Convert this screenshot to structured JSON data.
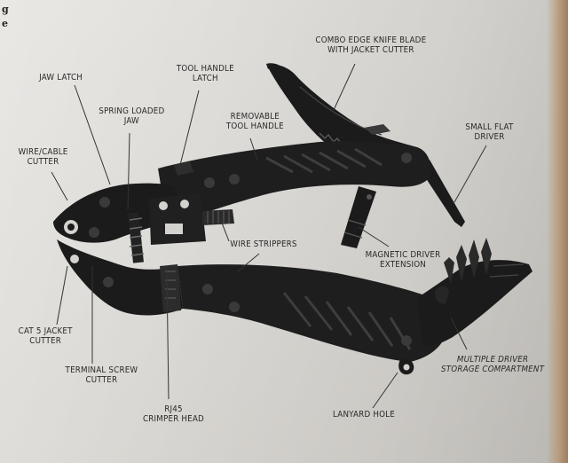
{
  "margin_text": [
    "g",
    "e"
  ],
  "labels": {
    "jaw_latch": "JAW LATCH",
    "tool_handle_latch": "TOOL HANDLE\nLATCH",
    "combo_edge": "COMBO EDGE KNIFE BLADE\nWITH JACKET CUTTER",
    "spring_loaded_jaw": "SPRING LOADED\nJAW",
    "removable_tool_handle": "REMOVABLE\nTOOL HANDLE",
    "small_flat_driver": "SMALL FLAT\nDRIVER",
    "wire_cable_cutter": "WIRE/CABLE\nCUTTER",
    "wire_strippers": "WIRE STRIPPERS",
    "magnetic_driver_extension": "MAGNETIC DRIVER\nEXTENSION",
    "cat5_jacket_cutter": "CAT 5 JACKET\nCUTTER",
    "multiple_driver_storage": "MULTIPLE DRIVER\nSTORAGE COMPARTMENT",
    "terminal_screw_cutter": "TERMINAL SCREW\nCUTTER",
    "rj45_crimper_head": "RJ45\nCRIMPER HEAD",
    "lanyard_hole": "LANYARD HOLE"
  },
  "colors": {
    "paper": "#dcdad6",
    "ink": "#2a2a2a",
    "tool_body": "#1e1e1e",
    "tool_highlight": "#4a4a4a"
  }
}
